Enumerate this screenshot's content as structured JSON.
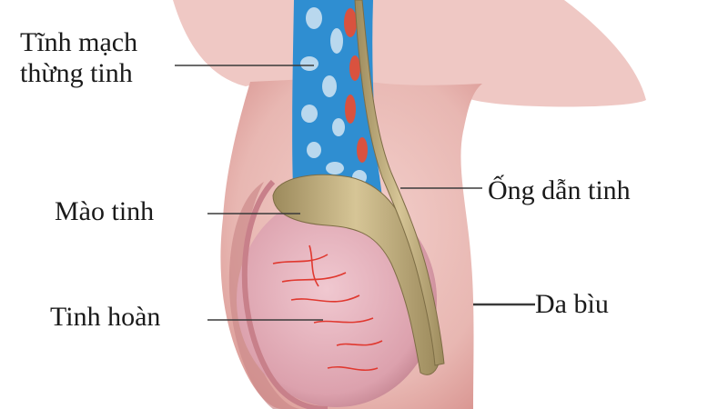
{
  "labels": {
    "spermatic_vein": [
      "Tĩnh mạch",
      "thừng tinh"
    ],
    "epididymis": "Mào tinh",
    "testis": "Tinh hoàn",
    "vas_deferens": "Ống dẫn tinh",
    "scrotum": "Da bìu"
  },
  "colors": {
    "scrotum_skin": "#e8b7b2",
    "scrotum_inner": "#d99a97",
    "testis": "#e3aeb8",
    "vein_blue": "#2f8ed1",
    "vessel_red": "#d9523f",
    "duct_tan": "#b9a67a",
    "leader_line": "#3a3a3a"
  }
}
